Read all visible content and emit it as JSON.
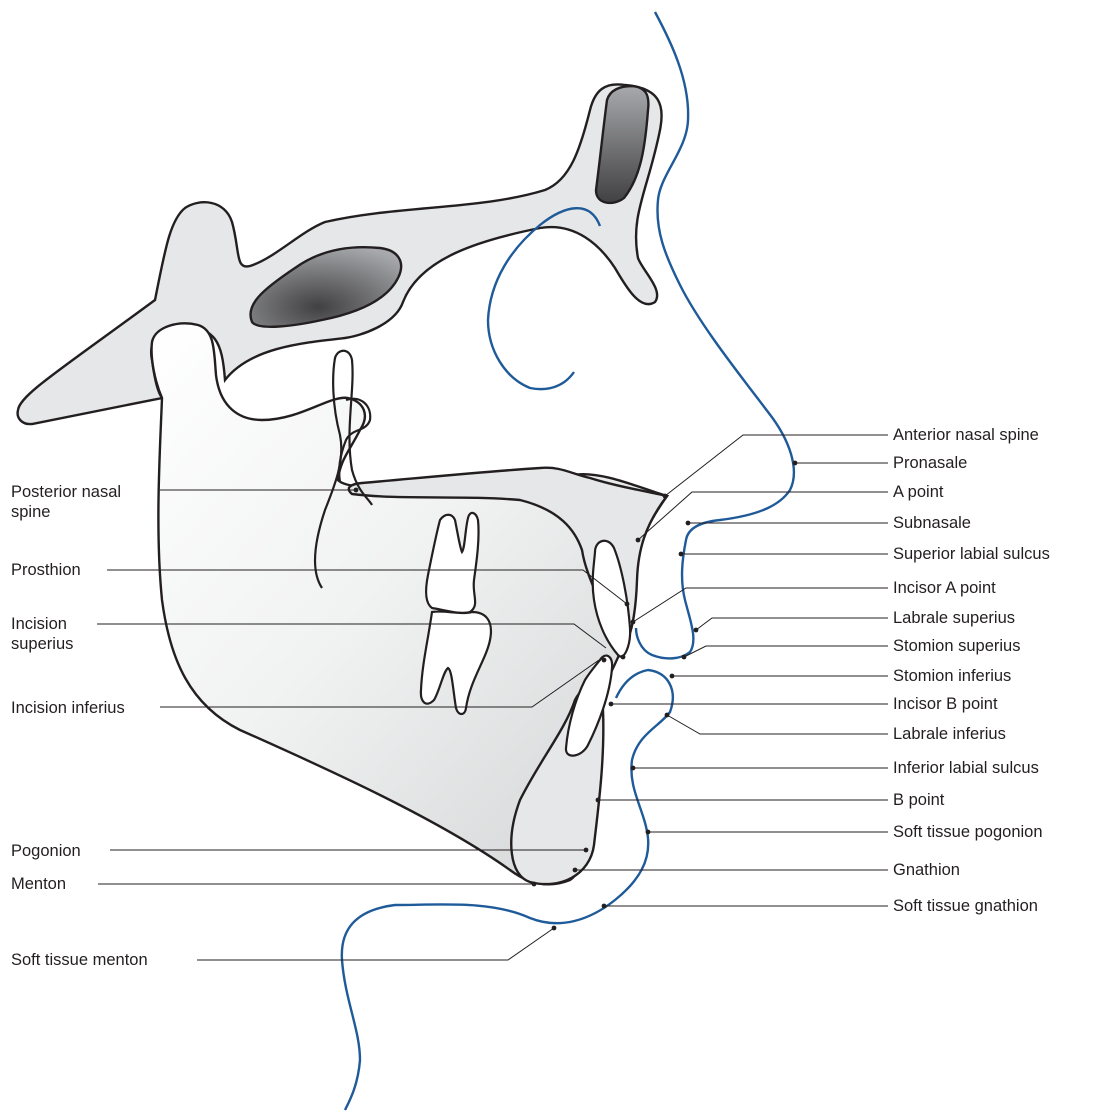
{
  "figure": {
    "colors": {
      "bone_outline": "#231f20",
      "bone_fill": "#e6e7e8",
      "cavity_fill": "#808285",
      "soft_tissue": "#1f5a99",
      "leader_line": "#231f20",
      "background": "#ffffff"
    },
    "labels_left": {
      "posterior_nasal_spine": "Posterior nasal spine",
      "prosthion": "Prosthion",
      "incision_superius": "Incision superius",
      "incision_inferius": "Incision inferius",
      "pogonion": "Pogonion",
      "menton": "Menton",
      "soft_tissue_menton": "Soft tissue menton"
    },
    "labels_right": {
      "anterior_nasal_spine": "Anterior nasal spine",
      "pronasale": "Pronasale",
      "a_point": "A point",
      "subnasale": "Subnasale",
      "superior_labial_sulcus": "Superior labial sulcus",
      "incisor_a_point": "Incisor A point",
      "labrale_superius": "Labrale superius",
      "stomion_superius": "Stomion superius",
      "stomion_inferius": "Stomion inferius",
      "incisor_b_point": "Incisor B point",
      "labrale_inferius": "Labrale inferius",
      "inferior_labial_sulcus": "Inferior labial sulcus",
      "b_point": "B point",
      "soft_tissue_pogonion": "Soft tissue pogonion",
      "gnathion": "Gnathion",
      "soft_tissue_gnathion": "Soft tissue gnathion"
    }
  }
}
